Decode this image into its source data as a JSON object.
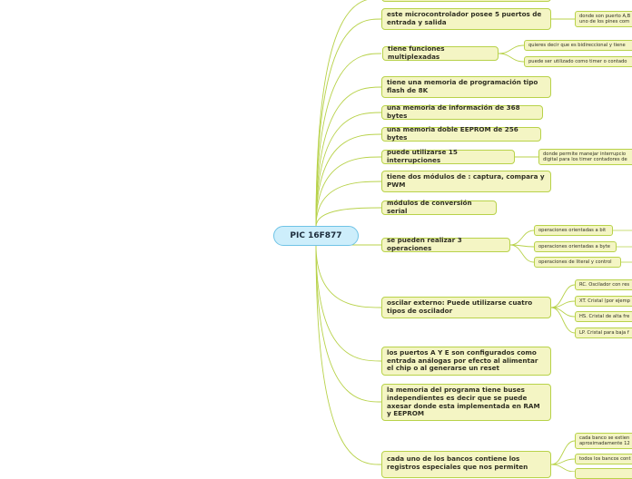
{
  "root": {
    "label": "PIC 16F877"
  },
  "topics": [
    {
      "id": "t1",
      "label": "este microcontrolador posee 5 puertos de entrada y salida"
    },
    {
      "id": "t2",
      "label": "tiene funciones multiplexadas"
    },
    {
      "id": "t3",
      "label": "tiene una memoria de programación tipo flash de 8K"
    },
    {
      "id": "t4",
      "label": "una memoria de información de 368 bytes"
    },
    {
      "id": "t5",
      "label": "una memoria doble EEPROM de 256 bytes"
    },
    {
      "id": "t6",
      "label": "puede utilizarse 15 interrupciones"
    },
    {
      "id": "t7",
      "label": "tiene dos módulos de : captura, compara  y PWM"
    },
    {
      "id": "t8",
      "label": "módulos de conversión serial"
    },
    {
      "id": "t9",
      "label": "se pueden realizar 3 operaciones"
    },
    {
      "id": "t10",
      "label": "oscilar externo: Puede utilizarse cuatro tipos de oscilador"
    },
    {
      "id": "t11",
      "label": "los puertos  A Y E son configurados como entrada análogas por efecto al alimentar el chip o al generarse un reset"
    },
    {
      "id": "t12",
      "label": "la memoria del programa tiene buses independientes es decir que se puede axesar donde esta implementada en RAM y EEPROM"
    },
    {
      "id": "t13",
      "label": "cada uno de los bancos contiene los registros especiales  que nos permiten"
    }
  ],
  "subtopics": [
    {
      "parent": "t1",
      "label": "donde son puerto A,B uno de los pines com"
    },
    {
      "parent": "t2",
      "label": "quieres decir que es bidireccional y tiene"
    },
    {
      "parent": "t2",
      "label": "puede ser utilizado como timer o contado"
    },
    {
      "parent": "t6",
      "label": "donde permite manejar interrupcio digital para los timer contadores de"
    },
    {
      "parent": "t9",
      "label": "operaciones orientadas a bit"
    },
    {
      "parent": "t9",
      "label": "operaciones orientadas a byte"
    },
    {
      "parent": "t9",
      "label": "operaciones  de literal y control"
    },
    {
      "parent": "t10",
      "label": "RC. Oscilador con res"
    },
    {
      "parent": "t10",
      "label": "XT. Cristal (por ejemp"
    },
    {
      "parent": "t10",
      "label": "HS. Cristal de alta fre"
    },
    {
      "parent": "t10",
      "label": "LP. Cristal para baja f"
    },
    {
      "parent": "t13",
      "label": "cada banco se extien aproximadamente 12"
    },
    {
      "parent": "t13",
      "label": "todos los bancos cont"
    },
    {
      "parent": "t13",
      "label": ""
    }
  ],
  "colors": {
    "root_fill": "#cdeefb",
    "root_border": "#6fc3e6",
    "node_fill": "#f4f5c4",
    "node_border": "#b8d24a",
    "edge": "#b8d24a"
  }
}
